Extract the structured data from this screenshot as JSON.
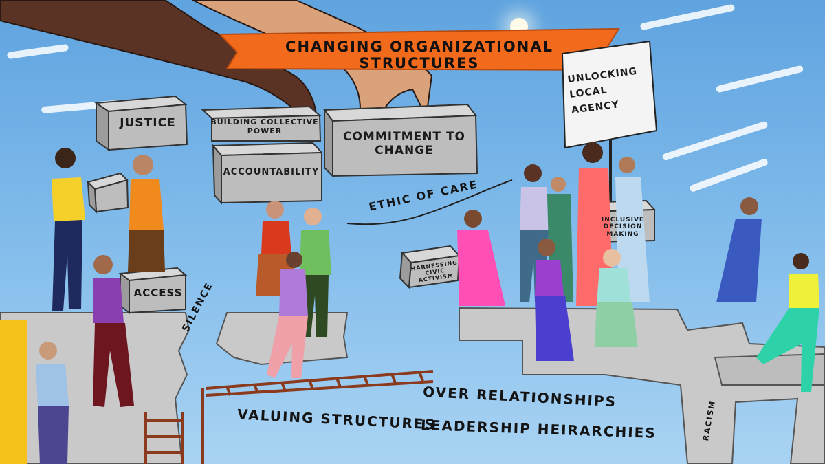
{
  "banner": {
    "title": "CHANGING ORGANIZATIONAL STRUCTURES",
    "color": "#f26a1b"
  },
  "boxes": {
    "justice": "JUSTICE",
    "building_collective_power": "BUILDING COLLECTIVE POWER",
    "commitment_to_change": "COMMITMENT TO CHANGE",
    "accountability": "ACCOUNTABILITY",
    "access": "ACCESS",
    "harnessing_civic_activism": "HARNESSING CIVIC ACTIVISM",
    "inclusive_decision_making": "INCLUSIVE DECISION MAKING"
  },
  "sign": {
    "text": "UNLOCKING LOCAL AGENCY"
  },
  "annotations": {
    "ethic_of_care": "ETHIC OF CARE",
    "silence": "SILENCE",
    "racism": "RACISM",
    "valuing_structures": "VALUING STRUCTURES",
    "over_relationships": "OVER RELATIONSHIPS",
    "leadership_heirarchies": "LEADERSHIP HEIRARCHIES"
  },
  "colors": {
    "sky": "#7db9ea",
    "stone": "#c9c9c9",
    "box": "#b8b8b8",
    "ladder": "#8b3a1e",
    "paint": "#f5c21c"
  },
  "figures": [
    "figure-holding-justice",
    "figure-orange-top",
    "figure-purple-carrying-access",
    "figure-painting-wall",
    "figure-red-top",
    "figure-green-top",
    "figure-pink-pants",
    "figure-pink-dress-sitting",
    "figure-megaphone",
    "figure-sign-holder",
    "figure-white-hair",
    "figure-blue-dress",
    "figure-yellow-pants"
  ]
}
